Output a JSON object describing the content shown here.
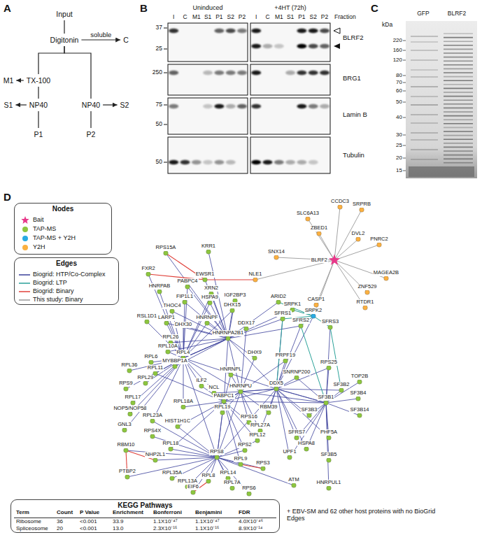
{
  "diagram": {
    "nodes": [
      {
        "text": [
          "Input"
        ]
      },
      {
        "text": [
          "Digitonin"
        ]
      },
      {
        "text": [
          "C"
        ]
      },
      {
        "text": [
          "TX-100"
        ]
      },
      {
        "text": [
          "M1"
        ]
      },
      {
        "text": [
          "NP40"
        ]
      },
      {
        "text": [
          "S1"
        ]
      },
      {
        "text": [
          "P1"
        ]
      },
      {
        "text": [
          "NP40"
        ]
      },
      {
        "text": [
          "S2"
        ]
      },
      {
        "text": [
          "P2"
        ]
      },
      {
        "text": [
          "Nodes"
        ]
      },
      {
        "text": [
          "Edges"
        ]
      },
      {
        "text": [
          "KEGG Pathways"
        ]
      }
    ],
    "edges": [
      {
        "from": 0,
        "to": 1,
        "arrow": "none"
      },
      {
        "from": 1,
        "to": 2,
        "arrow": "to",
        "label": "soluble"
      },
      {
        "from": 1,
        "to": 3,
        "arrow": "none"
      },
      {
        "from": 1,
        "to": 8,
        "arrow": "none"
      },
      {
        "from": 3,
        "to": 4,
        "arrow": "to"
      },
      {
        "from": 3,
        "to": 5,
        "arrow": "none"
      },
      {
        "from": 5,
        "to": 6,
        "arrow": "to"
      },
      {
        "from": 5,
        "to": 7,
        "arrow": "none"
      },
      {
        "from": 8,
        "to": 9,
        "arrow": "to"
      },
      {
        "from": 8,
        "to": 10,
        "arrow": "none"
      }
    ],
    "labels": [
      "A",
      "B",
      "C",
      "D",
      "Uninduced",
      "+4HT (72h)",
      "I",
      "C",
      "M1",
      "S1",
      "P1",
      "S2",
      "P2",
      "I",
      "C",
      "M1",
      "S1",
      "P1",
      "S2",
      "P2",
      "Fraction",
      "37",
      "25",
      "250",
      "75",
      "50",
      "50",
      "BLRF2",
      "BRG1",
      "Lamin B",
      "Tubulin",
      "GFP",
      "BLRF2",
      "kDa",
      "220",
      "160",
      "120",
      "80",
      "70",
      "60",
      "50",
      "40",
      "30",
      "25",
      "20",
      "15",
      "BLRF2",
      "RPS15A",
      "KRR1",
      "FXR2",
      "EWSR1",
      "NLE1",
      "SLC6A13",
      "CCDC3",
      "SRPRB",
      "ZBED1",
      "DVL2",
      "PNRC2",
      "SNX14",
      "MAGEA2B",
      "ZNF529",
      "CASP1",
      "RTDR1",
      "SRPK2",
      "HNRPAB",
      "PABPC4",
      "XRN2",
      "FIP1L1",
      "HSPA9",
      "IGF2BP3",
      "THOC4",
      "DHX15",
      "ARID2",
      "SRPK1",
      "SFRS1",
      "SFRS2",
      "SFRS3",
      "RSL1D1",
      "LARP1",
      "DHX30",
      "HNRNPF",
      "DDX17",
      "HNRNPA2B1",
      "RPL26",
      "RPL10A",
      "RPL4",
      "MYBBP1A",
      "RPL6",
      "RPL11",
      "RPL36",
      "RPL29",
      "RPS9",
      "RPL17",
      "NOP5/NOP58",
      "GNL3",
      "RPL23A",
      "RPS4X",
      "HIST1H1C",
      "ILF2",
      "NCL",
      "PABPC1",
      "HNRNPU",
      "HNRNPL",
      "DHX9",
      "RPL18A",
      "RPL19",
      "PRPF19",
      "SNRNP200",
      "DDX5",
      "RPS25",
      "TOP2B",
      "SF3B2",
      "SF3B4",
      "SF3B1",
      "SF3B3",
      "RBM39",
      "SF3B14",
      "SFRS7",
      "PHF5A",
      "HSPA8",
      "SF3B5",
      "UPF1",
      "RPS16",
      "RPL27A",
      "RPL12",
      "RPS2",
      "RPL9",
      "RPS3",
      "RPS8",
      "RPL14",
      "RPL7A",
      "RPS6",
      "RPL8",
      "EIF6",
      "RPL13A",
      "RPL35A",
      "RPL18",
      "NHP2L1",
      "RBM10",
      "PTBP2",
      "ATM",
      "HNRPUL1",
      "Term",
      "Count",
      "P Value",
      "Enrichment",
      "Bonferroni",
      "Benjamini",
      "FDR",
      "Ribosome",
      "36",
      "<0.001",
      "33.9",
      "1.1X10⁻⁴⁷",
      "1.1X10⁻⁴⁷",
      "4.0X10⁻⁴⁶",
      "Spliceosome",
      "20",
      "<0.001",
      "13.0",
      "2.3X10⁻¹⁵",
      "1.1X10⁻¹⁵",
      "8.9X10⁻¹⁴",
      "+ EBV-SM and 62 other host proteins with no BioGrid Edges"
    ],
    "legend": [
      {
        "text": "Bait",
        "color": "#e8388a"
      },
      {
        "text": "TAP-MS",
        "color": "#8dc63f"
      },
      {
        "text": "TAP-MS + Y2H",
        "color": "#29abe2"
      },
      {
        "text": "Y2H",
        "color": "#fbb040"
      },
      {
        "text": "Biogrid: HTP/Co-Complex"
      },
      {
        "text": "Biogrid: LTP"
      },
      {
        "text": "Biogrid: Binary"
      },
      {
        "text": "This study: Binary"
      }
    ]
  }
}
